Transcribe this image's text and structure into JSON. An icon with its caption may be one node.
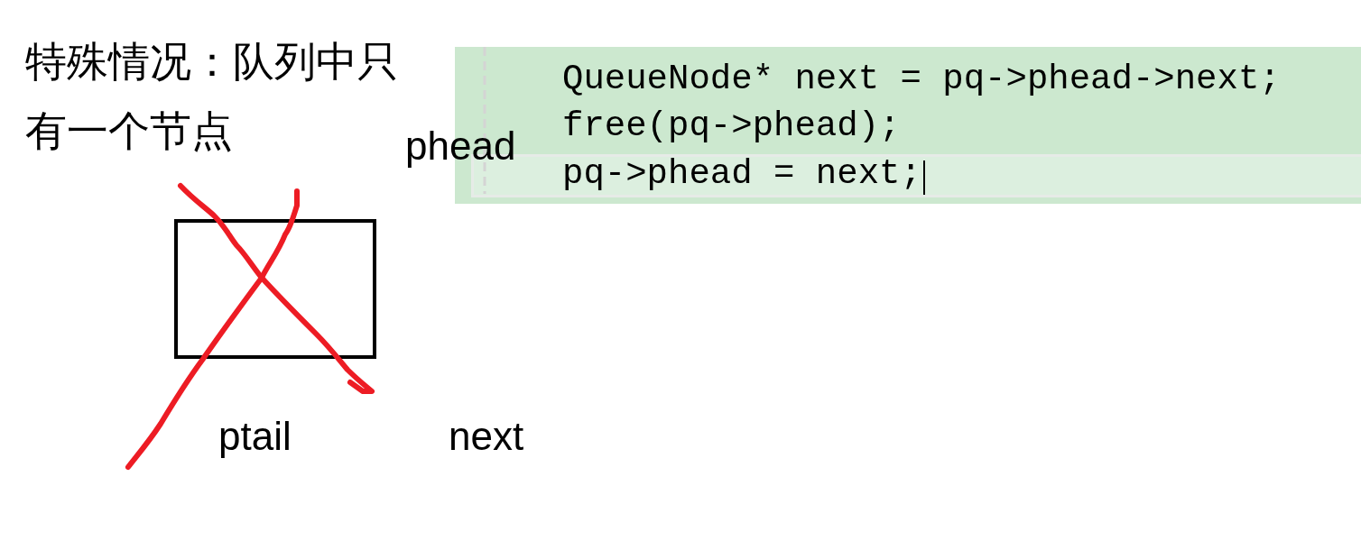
{
  "diagram": {
    "title": "特殊情况：队列中只有一个节点",
    "nodes": [
      {
        "text": [],
        "shape": "box"
      }
    ],
    "edges": [],
    "labels": [
      "QueueNode* next = pq->phead->next;",
      "free(pq->phead);",
      "phead",
      "pq->phead = next;",
      "ptail",
      "next"
    ]
  }
}
